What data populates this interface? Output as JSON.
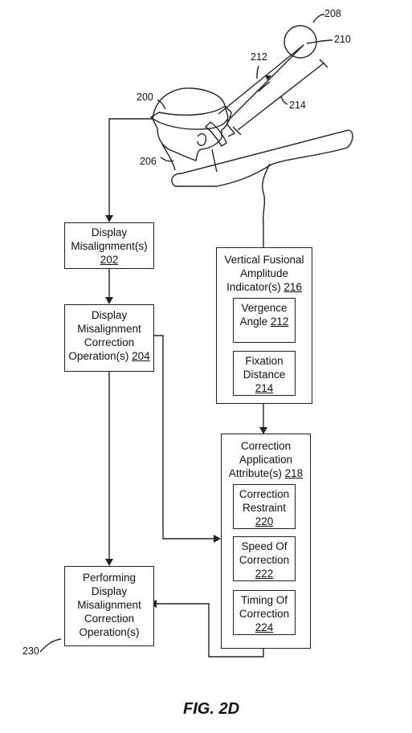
{
  "figure_label": "FIG. 2D",
  "ref_labels": {
    "headset": "200",
    "user": "206",
    "object": "208",
    "fixation_point": "210",
    "vergence_angle": "212",
    "fixation_distance": "214",
    "flowchart_ref": "230"
  },
  "boxes": {
    "display_misalignment": {
      "lines": [
        "Display",
        "Misalignment(s)"
      ],
      "ref": "202"
    },
    "correction_operation": {
      "lines": [
        "Display",
        "Misalignment",
        "Correction"
      ],
      "last": "Operation(s)",
      "ref": "204"
    },
    "vfa_indicator": {
      "lines": [
        "Vertical Fusional",
        "Amplitude"
      ],
      "last": "Indicator(s)",
      "ref": "216"
    },
    "vergence_angle": {
      "lines": [
        "Vergence"
      ],
      "last": "Angle",
      "ref": "212"
    },
    "fixation_distance": {
      "lines": [
        "Fixation",
        "Distance"
      ],
      "ref": "214"
    },
    "correction_attributes": {
      "lines": [
        "Correction",
        "Application"
      ],
      "last": "Attribute(s)",
      "ref": "218"
    },
    "correction_restraint": {
      "lines": [
        "Correction",
        "Restraint"
      ],
      "ref": "220"
    },
    "speed_of_correction": {
      "lines": [
        "Speed Of",
        "Correction"
      ],
      "ref": "222"
    },
    "timing_of_correction": {
      "lines": [
        "Timing Of",
        "Correction"
      ],
      "ref": "224"
    },
    "performing": {
      "lines": [
        "Performing",
        "Display",
        "Misalignment",
        "Correction",
        "Operation(s)"
      ]
    }
  }
}
